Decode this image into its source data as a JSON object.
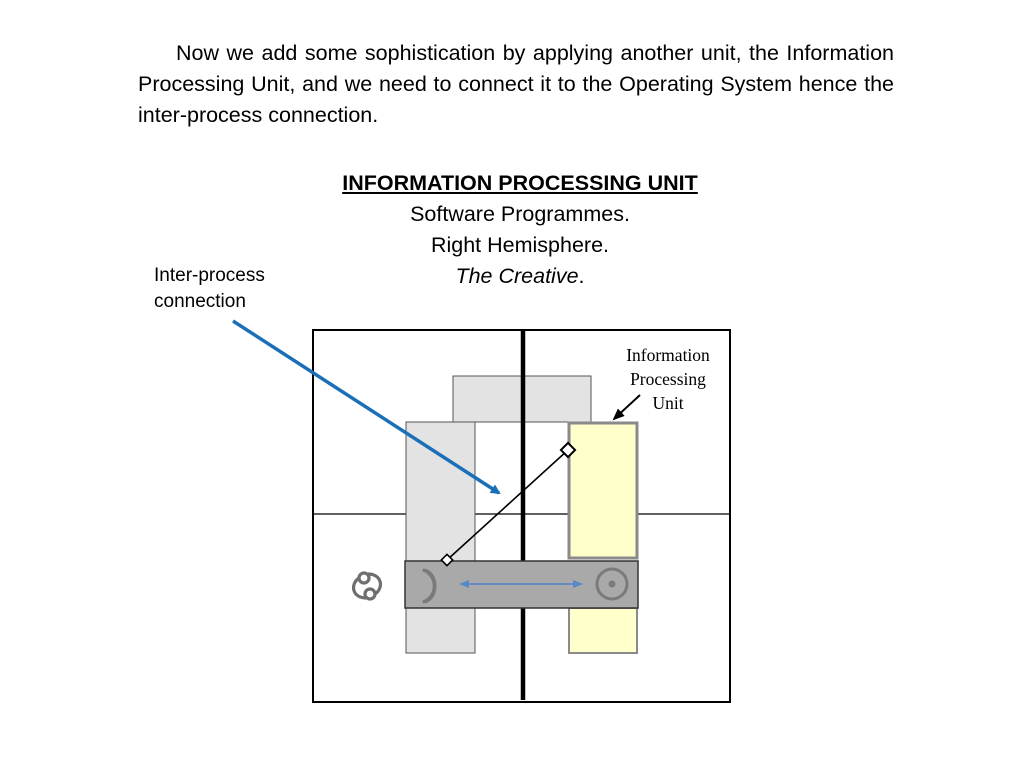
{
  "intro_text": "Now we add some sophistication by applying another unit, the Information Processing Unit, and we need to connect it to the Operating System hence the inter-process connection.",
  "heading": {
    "title": "INFORMATION PROCESSING UNIT",
    "line1": "Software Programmes.",
    "line2": "Right Hemisphere.",
    "line3_italic": "The Creative",
    "line3_suffix": "."
  },
  "callout": {
    "label_line1": "Inter-process",
    "label_line2": "connection"
  },
  "diagram": {
    "unit_label_line1": "Information",
    "unit_label_line2": "Processing",
    "unit_label_line3": "Unit",
    "symbols": {
      "zodiac": "cancer-symbol",
      "left_glyph": "moon-symbol",
      "right_glyph": "sun-symbol"
    },
    "colors": {
      "unit_fill": "#ffffcc",
      "grey_block": "#e3e3e3",
      "bar_fill": "#a9a9a9",
      "arrow_blue": "#1b6fb8",
      "double_arrow": "#5b87c7",
      "glyph_grey": "#7a7a7a"
    }
  }
}
